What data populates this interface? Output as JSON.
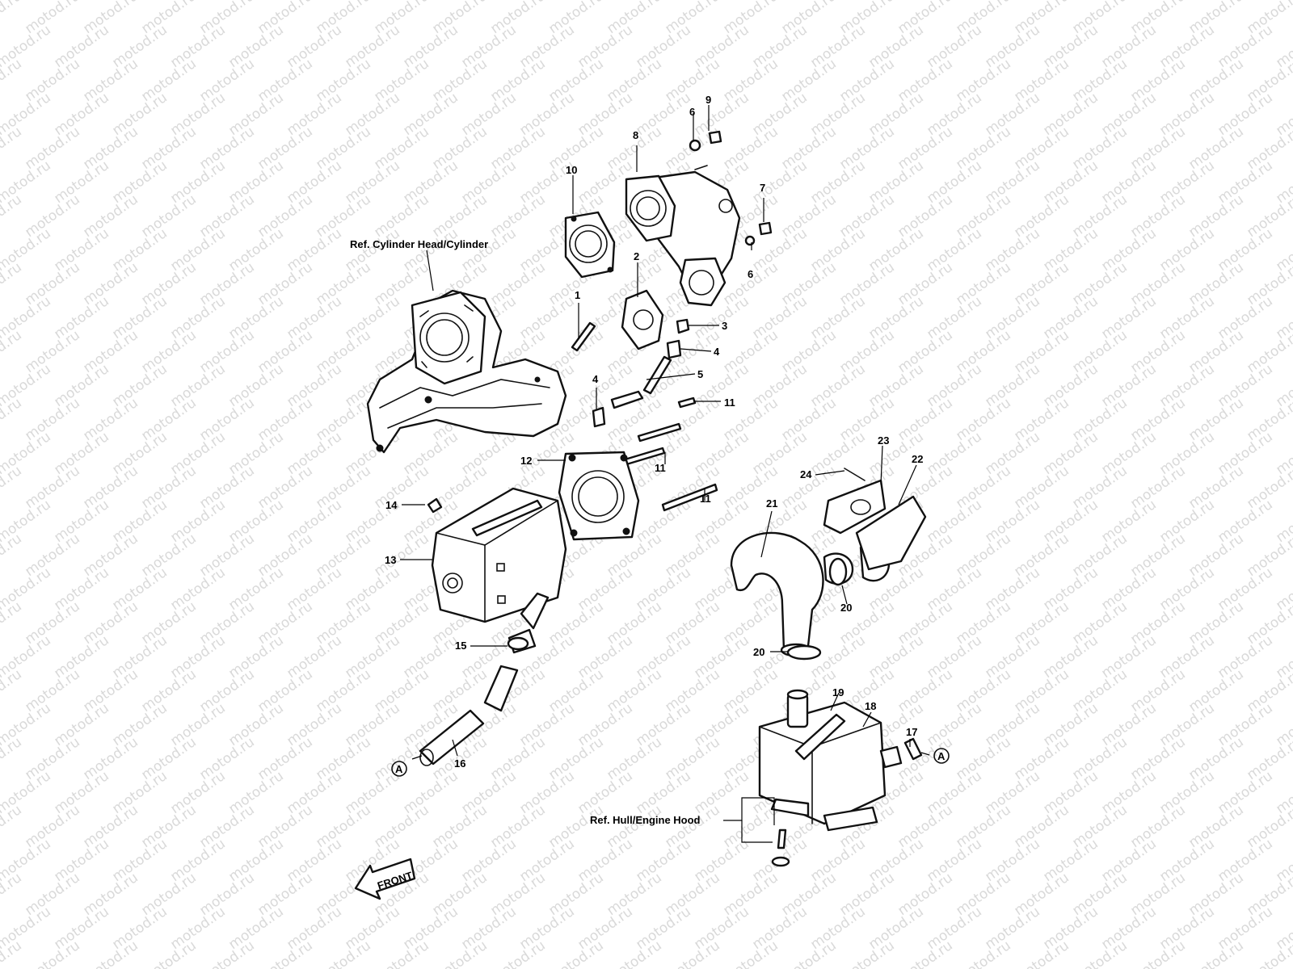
{
  "watermark": "motod.ru",
  "references": {
    "cylinder": "Ref. Cylinder Head/Cylinder",
    "hull": "Ref. Hull/Engine Hood"
  },
  "connector_mark": "A",
  "front_label": "FRONT",
  "callouts": [
    "1",
    "2",
    "3",
    "4",
    "4",
    "5",
    "6",
    "6",
    "7",
    "8",
    "9",
    "10",
    "11",
    "11",
    "11",
    "12",
    "13",
    "14",
    "15",
    "16",
    "17",
    "18",
    "19",
    "20",
    "20",
    "21",
    "22",
    "23",
    "24"
  ]
}
